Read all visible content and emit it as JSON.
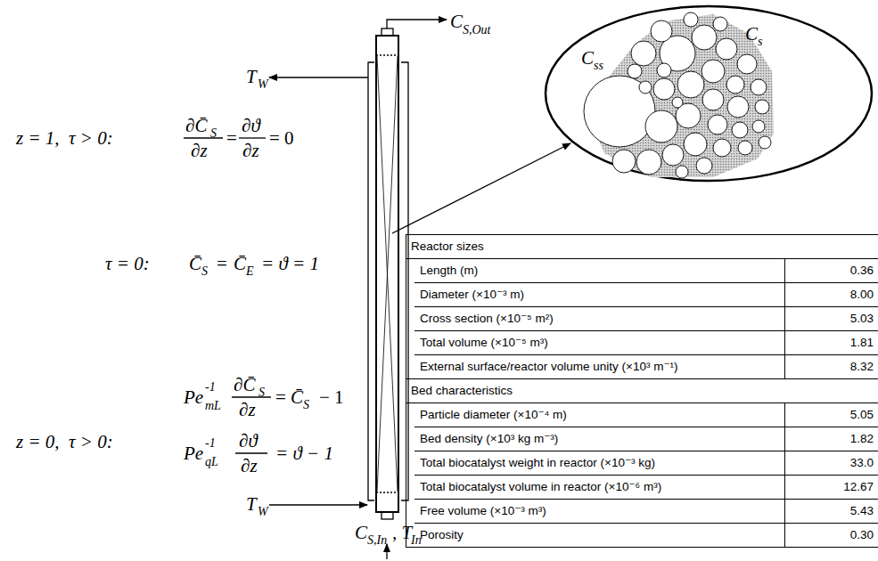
{
  "diagram": {
    "nodes": [
      {
        "text": [
          "C",
          "ss",
          "C",
          "s"
        ]
      }
    ],
    "labels": [
      "C",
      "S,Out",
      "T",
      "W",
      "z = 1,  τ > 0:",
      "∂C̄",
      "S",
      "∂z",
      "=",
      "∂ϑ",
      "∂z",
      "= 0",
      "τ = 0:",
      "C̄",
      "S",
      "=",
      "C̄",
      "E",
      "= ϑ = 1",
      "z = 0,  τ > 0:",
      "Pe",
      "-1",
      "mL",
      "∂C̄",
      "S",
      "∂z",
      "=",
      "C̄",
      "S",
      "− 1",
      "Pe",
      "-1",
      "qL",
      "∂ϑ",
      "∂z",
      "= ϑ − 1",
      "T",
      "W",
      "C",
      "S,In",
      ", T",
      "In",
      "Reactor sizes",
      "Length (m)",
      "0.36",
      "Diameter (×10⁻³ m)",
      "8.00",
      "Cross section (×10⁻⁵ m²)",
      "5.03",
      "Total volume (×10⁻⁵ m³)",
      "1.81",
      "External surface/reactor volume unity (×10³ m⁻¹)",
      "8.32",
      "Bed characteristics",
      "Particle diameter (×10⁻⁴ m)",
      "5.05",
      "Bed density (×10³ kg m⁻³)",
      "1.82",
      "Total biocatalyst weight in reactor (×10⁻³ kg)",
      "33.0",
      "Total biocatalyst volume in reactor (×10⁻⁶ m³)",
      "12.67",
      "Free volume (×10⁻³ m³)",
      "5.43",
      "Porosity",
      "0.30"
    ]
  }
}
